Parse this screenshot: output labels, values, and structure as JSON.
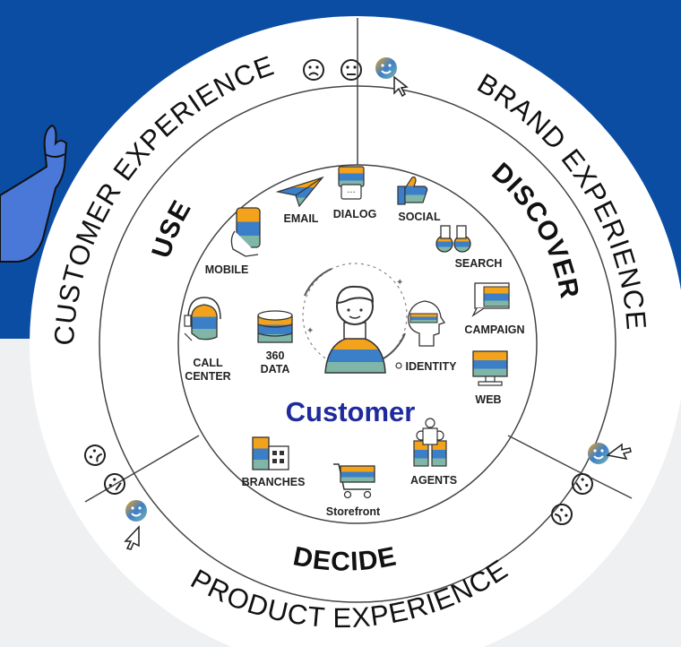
{
  "ring": {
    "customer_experience": "CUSTOMER EXPERIENCE",
    "brand_experience": "BRAND EXPERIENCE",
    "product_experience": "PRODUCT EXPERIENCE"
  },
  "phases": {
    "use": "USE",
    "discover": "DISCOVER",
    "decide": "DECIDE"
  },
  "center": {
    "title": "Customer"
  },
  "channels": {
    "email": "EMAIL",
    "dialog": "DIALOG",
    "social": "SOCIAL",
    "search": "SEARCH",
    "mobile": "MOBILE",
    "campaign": "CAMPAIGN",
    "identity": "IDENTITY",
    "web": "WEB",
    "call_center_1": "CALL",
    "call_center_2": "CENTER",
    "data_1": "360",
    "data_2": "DATA",
    "branches": "BRANCHES",
    "agents": "AGENTS",
    "storefront": "Storefront"
  },
  "colors": {
    "background_top": "#0b4da2",
    "background_bottom": "#eef0f2",
    "center_title": "#1f2a9c",
    "hand": "#4a78d8",
    "accent_orange": "#f2a31b",
    "accent_blue": "#3b7fc9",
    "accent_teal": "#7fb6a8"
  },
  "icons": [
    "sad-face-icon",
    "neutral-face-icon",
    "happy-face-icon",
    "cursor-icon",
    "paper-plane-icon",
    "chat-icon",
    "thumbs-up-icon",
    "binoculars-icon",
    "phone-icon",
    "megaphone-icon",
    "head-icon",
    "monitor-icon",
    "headset-icon",
    "database-icon",
    "building-icon",
    "cart-icon",
    "people-icon",
    "customer-avatar-icon",
    "pointing-hand-icon"
  ]
}
